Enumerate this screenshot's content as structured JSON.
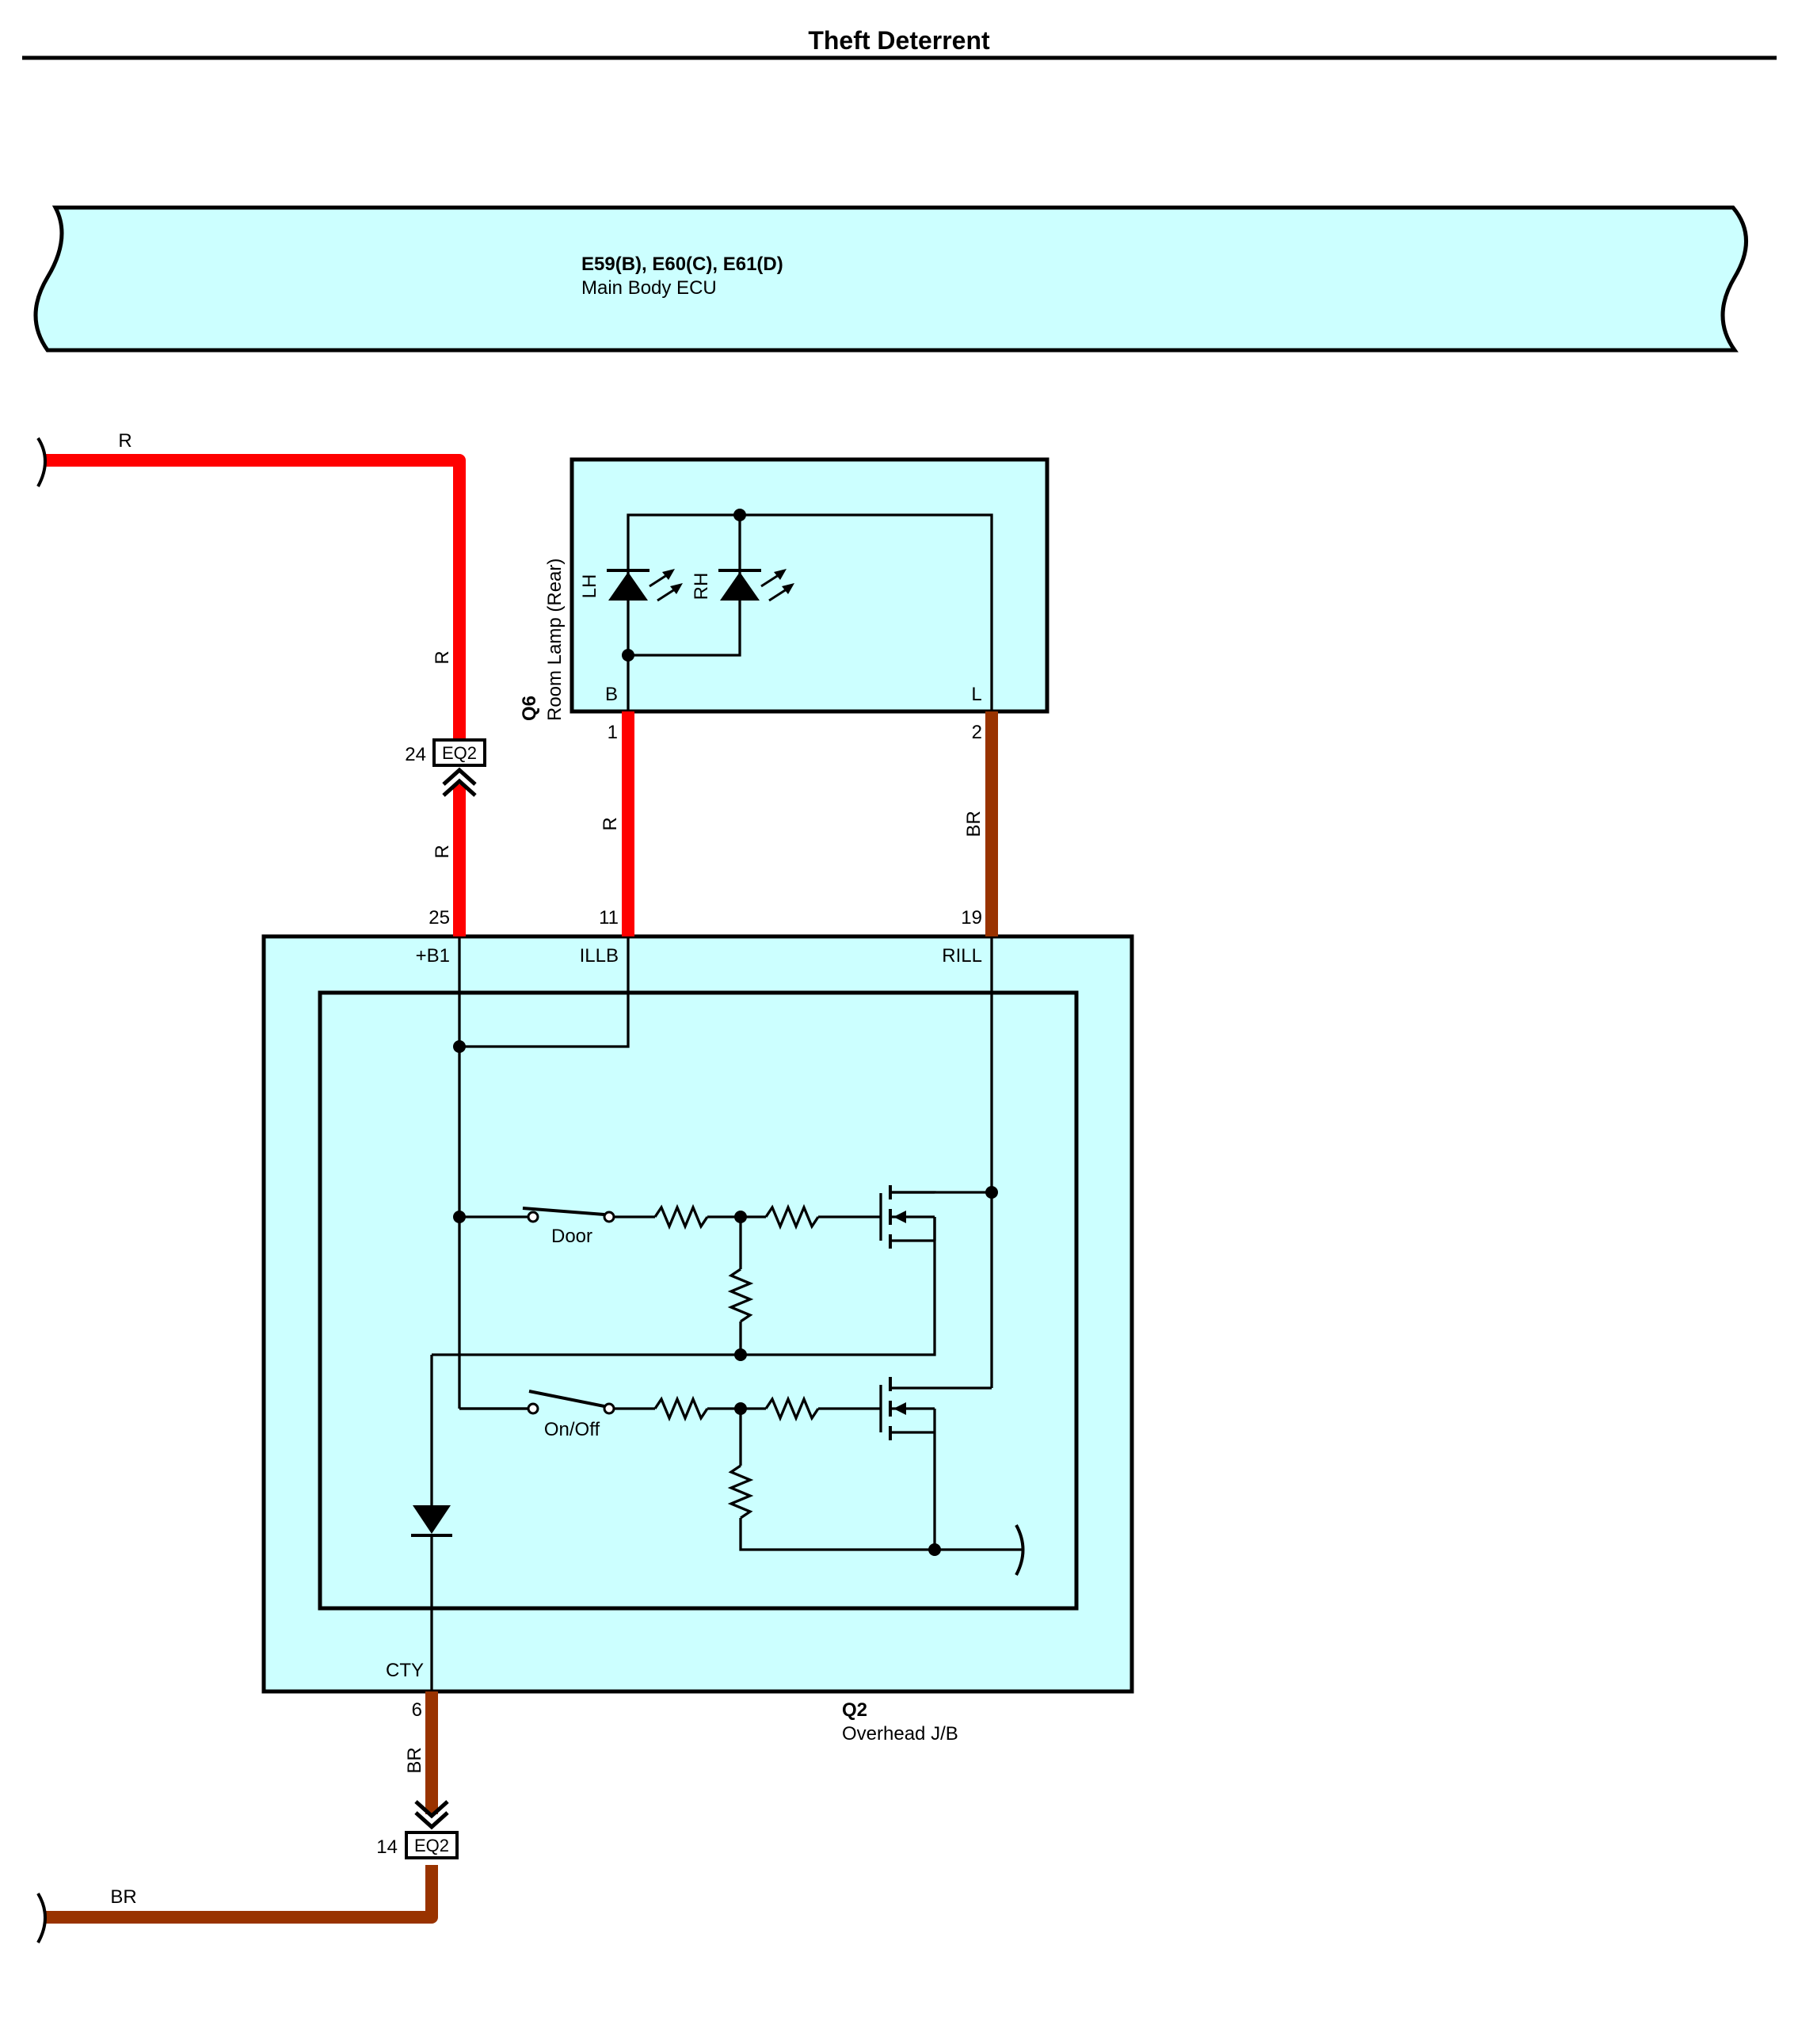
{
  "title": "Theft Deterrent",
  "colors": {
    "fill": "#ccffff",
    "wire_red": "#ff0000",
    "wire_brown": "#993300"
  },
  "ecu": {
    "connectors": "E59(B), E60(C), E61(D)",
    "name": "Main Body ECU"
  },
  "room_lamp": {
    "code": "Q6",
    "name": "Room Lamp (Rear)",
    "led_left": "LH",
    "led_right": "RH",
    "term_b": "B",
    "term_l": "L",
    "pin_b": "1",
    "pin_l": "2"
  },
  "junction_block": {
    "code": "Q2",
    "name": "Overhead J/B",
    "term_b1": "+B1",
    "term_illb": "ILLB",
    "term_rill": "RILL",
    "term_cty": "CTY",
    "pin_b1": "25",
    "pin_illb": "11",
    "pin_rill": "19",
    "pin_cty": "6",
    "switch_door": "Door",
    "switch_onoff": "On/Off"
  },
  "connectors": {
    "top": {
      "name": "EQ2",
      "pin": "24"
    },
    "bottom": {
      "name": "EQ2",
      "pin": "14"
    }
  },
  "wires": {
    "top_in": "R",
    "top_drop": "R",
    "top_lower": "R",
    "lamp_b": "R",
    "lamp_l": "BR",
    "cty": "BR",
    "bottom_in": "BR"
  }
}
